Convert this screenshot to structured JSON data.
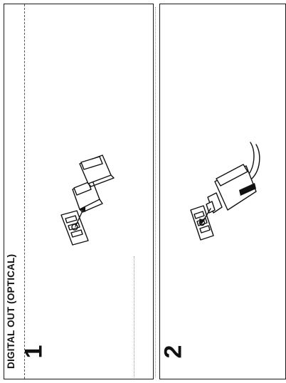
{
  "section": {
    "title": "DIGITAL OUT (OPTICAL)"
  },
  "steps": [
    {
      "number": "1"
    },
    {
      "number": "2"
    }
  ]
}
